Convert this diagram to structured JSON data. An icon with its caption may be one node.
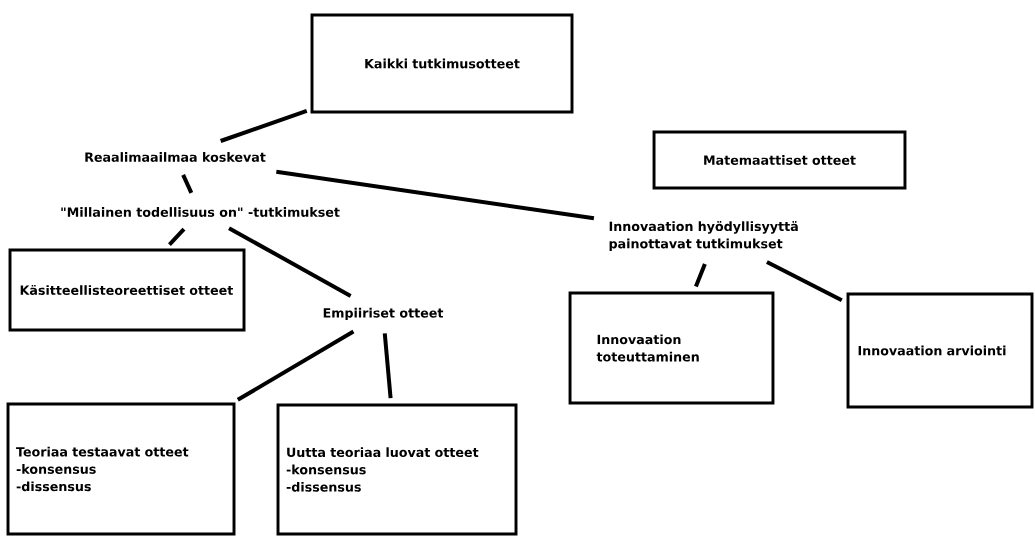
{
  "diagram": {
    "nodes": [
      {
        "text": [
          "Kaikki tutkimusotteet"
        ]
      },
      {
        "text": [
          "Reaalimaailmaa koskevat"
        ]
      },
      {
        "text": [
          "\"Millainen todellisuus on\" -tutkimukset"
        ]
      },
      {
        "text": [
          "Käsitteellisteoreettiset otteet"
        ]
      },
      {
        "text": [
          "Empiiriset otteet"
        ]
      },
      {
        "text": [
          "Teoriaa testaavat otteet",
          "-konsensus",
          "-dissensus"
        ]
      },
      {
        "text": [
          "Uutta teoriaa luovat otteet",
          "-konsensus",
          "-dissensus"
        ]
      },
      {
        "text": [
          "Matemaattiset otteet"
        ]
      },
      {
        "text": [
          "Innovaation hyödyllisyyttä painottavat tutkimukset"
        ]
      },
      {
        "text": [
          "Innovaation toteuttaminen"
        ]
      },
      {
        "text": [
          "Innovaation arviointi"
        ]
      }
    ],
    "edges": [
      {
        "from": 0,
        "to": 1,
        "arrow": "none"
      },
      {
        "from": 1,
        "to": 2,
        "arrow": "none"
      },
      {
        "from": 2,
        "to": 3,
        "arrow": "none"
      },
      {
        "from": 2,
        "to": 4,
        "arrow": "none"
      },
      {
        "from": 4,
        "to": 5,
        "arrow": "none"
      },
      {
        "from": 4,
        "to": 6,
        "arrow": "none"
      },
      {
        "from": 1,
        "to": 8,
        "arrow": "none"
      },
      {
        "from": 8,
        "to": 9,
        "arrow": "none"
      },
      {
        "from": 8,
        "to": 10,
        "arrow": "none"
      }
    ]
  }
}
